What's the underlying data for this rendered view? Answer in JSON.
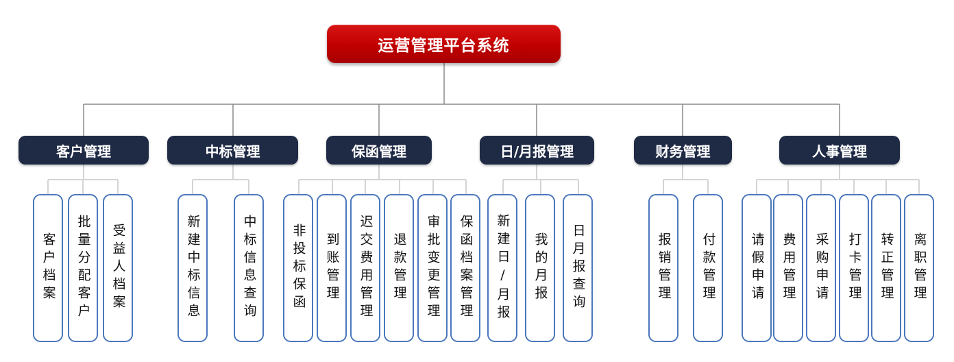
{
  "title": "运营管理平台系统",
  "colors": {
    "root_bg": "#c00000",
    "root_bg_light": "#d81414",
    "level2_bg": "#1f2a45",
    "child_border": "#4a77bd",
    "connector_main": "#8a8a8a",
    "connector_sub": "#d4d4d4"
  },
  "groups": [
    {
      "label": "客户管理",
      "children": [
        "客户档案",
        "批量分配客户",
        "受益人档案"
      ]
    },
    {
      "label": "中标管理",
      "children": [
        "新建中标信息",
        "中标信息查询"
      ]
    },
    {
      "label": "保函管理",
      "children": [
        "非投标保函",
        "到账管理",
        "迟交费用管理",
        "退款管理",
        "审批变更管理",
        "保函档案管理"
      ]
    },
    {
      "label": "日/月报管理",
      "children": [
        "新建日/月报",
        "我的月报",
        "日月报查询"
      ]
    },
    {
      "label": "财务管理",
      "children": [
        "报销管理",
        "付款管理"
      ]
    },
    {
      "label": "人事管理",
      "children": [
        "请假申请",
        "费用管理",
        "采购申请",
        "打卡管理",
        "转正管理",
        "离职管理"
      ]
    }
  ]
}
